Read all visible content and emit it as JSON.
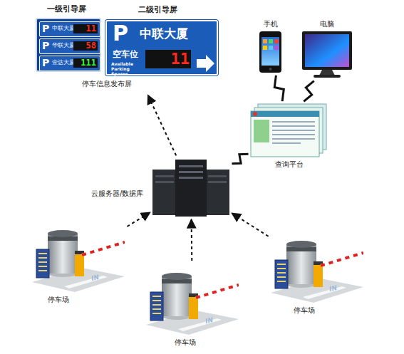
{
  "diagram": {
    "nodes": [
      {
        "text": [
          "停车信息发布屏"
        ]
      },
      {
        "text": [
          "一级引导屏"
        ],
        "in": 0
      },
      {
        "text": [
          "P",
          "中联大厦",
          "11"
        ],
        "in": 1
      },
      {
        "text": [
          "P",
          "华联大厦",
          "58"
        ],
        "in": 1
      },
      {
        "text": [
          "P",
          "壹达大厦",
          "111"
        ],
        "in": 1
      },
      {
        "text": [
          "二级引导屏",
          "P",
          "中联大厦",
          "空车位",
          "Available Parking Spaces",
          "11"
        ],
        "in": 0
      },
      {
        "text": [
          "手机"
        ]
      },
      {
        "text": [
          "电脑"
        ]
      },
      {
        "text": [
          "查询平台"
        ]
      },
      {
        "text": [
          "云服务器/数据库"
        ]
      },
      {
        "text": [
          "停车场"
        ]
      },
      {
        "text": [
          "停车场"
        ]
      },
      {
        "text": [
          "停车场"
        ]
      }
    ],
    "edges": [
      {
        "from": 9,
        "to": 0,
        "arrow": "to"
      },
      {
        "from": 8,
        "to": 9,
        "arrow": "none"
      },
      {
        "from": 6,
        "to": 8,
        "arrow": "none"
      },
      {
        "from": 7,
        "to": 8,
        "arrow": "none"
      },
      {
        "from": 10,
        "to": 9,
        "arrow": "to"
      },
      {
        "from": 11,
        "to": 9,
        "arrow": "to"
      },
      {
        "from": 12,
        "to": 9,
        "arrow": "to"
      }
    ],
    "labels": [
      "IN",
      "IN",
      "IN"
    ]
  }
}
